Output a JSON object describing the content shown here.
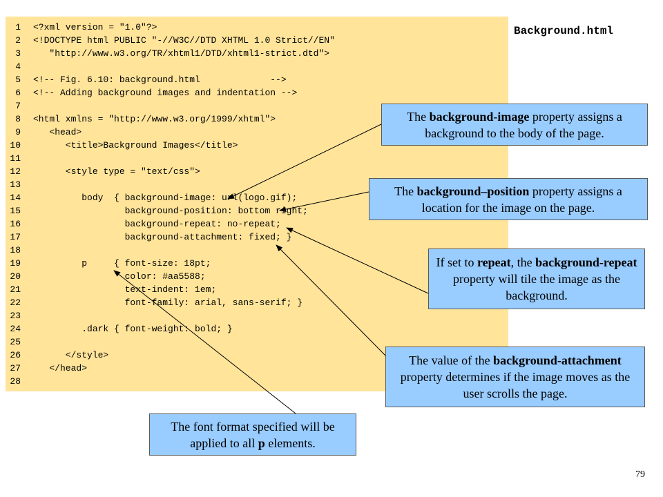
{
  "file_title": "Background.html",
  "page_number": "79",
  "code_lines": [
    {
      "n": "1",
      "text": "<?xml version = \"1.0\"?>"
    },
    {
      "n": "2",
      "text": "<!DOCTYPE html PUBLIC \"-//W3C//DTD XHTML 1.0 Strict//EN\""
    },
    {
      "n": "3",
      "text": "   \"http://www.w3.org/TR/xhtml1/DTD/xhtml1-strict.dtd\">"
    },
    {
      "n": "4",
      "text": ""
    },
    {
      "n": "5",
      "text": "<!-- Fig. 6.10: background.html             -->"
    },
    {
      "n": "6",
      "text": "<!-- Adding background images and indentation -->"
    },
    {
      "n": "7",
      "text": ""
    },
    {
      "n": "8",
      "text": "<html xmlns = \"http://www.w3.org/1999/xhtml\">"
    },
    {
      "n": "9",
      "text": "   <head>"
    },
    {
      "n": "10",
      "text": "      <title>Background Images</title>"
    },
    {
      "n": "11",
      "text": ""
    },
    {
      "n": "12",
      "text": "      <style type = \"text/css\">"
    },
    {
      "n": "13",
      "text": ""
    },
    {
      "n": "14",
      "text": "         body  { background-image: url(logo.gif);"
    },
    {
      "n": "15",
      "text": "                 background-position: bottom right;"
    },
    {
      "n": "16",
      "text": "                 background-repeat: no-repeat;"
    },
    {
      "n": "17",
      "text": "                 background-attachment: fixed; }"
    },
    {
      "n": "18",
      "text": ""
    },
    {
      "n": "19",
      "text": "         p     { font-size: 18pt;"
    },
    {
      "n": "20",
      "text": "                 color: #aa5588;"
    },
    {
      "n": "21",
      "text": "                 text-indent: 1em;"
    },
    {
      "n": "22",
      "text": "                 font-family: arial, sans-serif; }"
    },
    {
      "n": "23",
      "text": ""
    },
    {
      "n": "24",
      "text": "         .dark { font-weight: bold; }"
    },
    {
      "n": "25",
      "text": ""
    },
    {
      "n": "26",
      "text": "      </style>"
    },
    {
      "n": "27",
      "text": "   </head>"
    },
    {
      "n": "28",
      "text": ""
    }
  ],
  "callouts": {
    "bg_image": {
      "p1": "The ",
      "b1": "background",
      "p2": "-",
      "b2": "image",
      "p3": " property assigns a background to the body of the page."
    },
    "bg_position": {
      "p1": "The ",
      "b1": "background–position",
      "p2": " property assigns a location for the image on the page."
    },
    "bg_repeat": {
      "p1": "If set to ",
      "b1": "repeat",
      "p2": ", the ",
      "b2": "background-repeat",
      "p3": " property will tile the image as the background."
    },
    "bg_attachment": {
      "p1": "The value of the  ",
      "b1": "background-attachment",
      "p2": " property determines if the image moves as the user scrolls the page."
    },
    "font_format": {
      "p1": "The font format specified will be applied to all ",
      "b1": "p",
      "p2": " elements."
    }
  }
}
